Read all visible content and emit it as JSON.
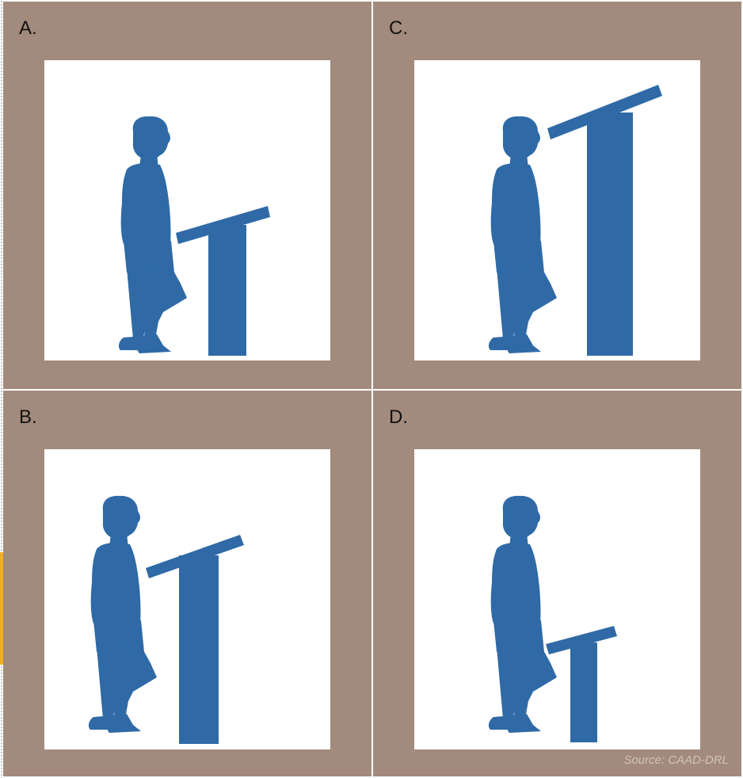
{
  "panels": [
    {
      "id": "a",
      "label": "A.",
      "lectern_height": "low"
    },
    {
      "id": "c",
      "label": "C.",
      "lectern_height": "very-high"
    },
    {
      "id": "b",
      "label": "B.",
      "lectern_height": "high"
    },
    {
      "id": "d",
      "label": "D.",
      "lectern_height": "very-low"
    }
  ],
  "source_note": "Source: CAAD-DRL",
  "colors": {
    "panel_frame": "#a28b7c",
    "figure_blue": "#2f6aa6",
    "scene_background": "#ffffff"
  },
  "icons": {
    "person": "walking-man-silhouette-icon",
    "lectern": "lectern-icon"
  }
}
